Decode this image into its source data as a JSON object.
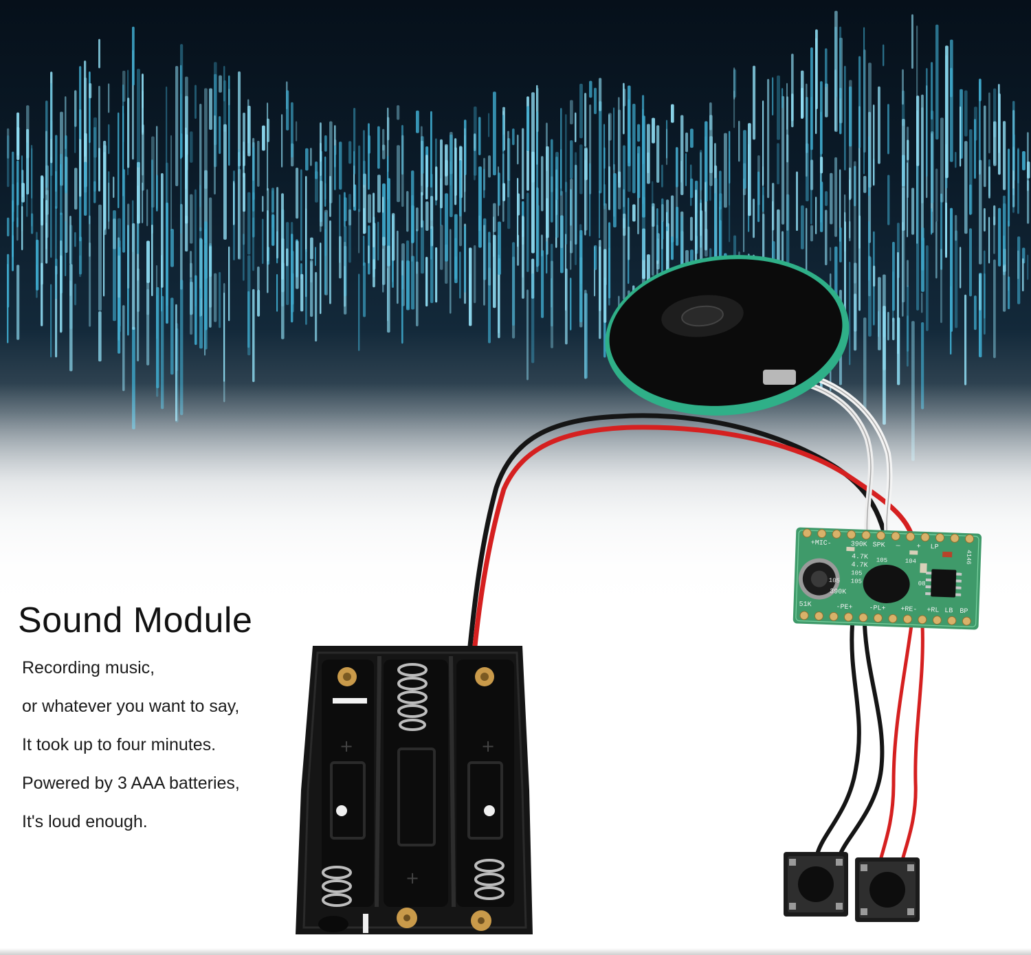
{
  "caption": {
    "title": "Sound Module",
    "lines": [
      "Recording music,",
      "or whatever you want to say,",
      "It took up to four minutes.",
      "Powered by 3 AAA batteries,",
      "It's loud enough."
    ]
  },
  "pcb_labels": {
    "mic": "+MIC-",
    "r1": "390K",
    "spk": "SPK",
    "minus": "—",
    "plus": "+",
    "lp": "LP",
    "r2": "4.7K",
    "r3": "4.7K",
    "c1": "105",
    "c2": "105",
    "c3": "105",
    "c4": "104",
    "c5": "105",
    "r4": "390K",
    "r5": "51K",
    "d": "08",
    "chip": "4146",
    "pe": "-PE+",
    "pl": "-PL+",
    "re": "+RE-",
    "rl": "+RL",
    "lb": "LB",
    "bp": "BP"
  },
  "colors": {
    "wave_light": "#8fdcf2",
    "wave_mid": "#3fa9cc",
    "pcb": "#3f9a6a",
    "speaker_ring": "#2fb088",
    "wire_red": "#d52020",
    "wire_black": "#151515",
    "wire_white": "#eeeeee",
    "holder": "#151515",
    "contact_gold": "#c99a4a"
  },
  "icons": {
    "speaker": "speaker-icon",
    "battery_holder": "battery-holder-icon",
    "button": "push-button-icon",
    "microphone": "microphone-icon",
    "chip": "chip-icon"
  }
}
